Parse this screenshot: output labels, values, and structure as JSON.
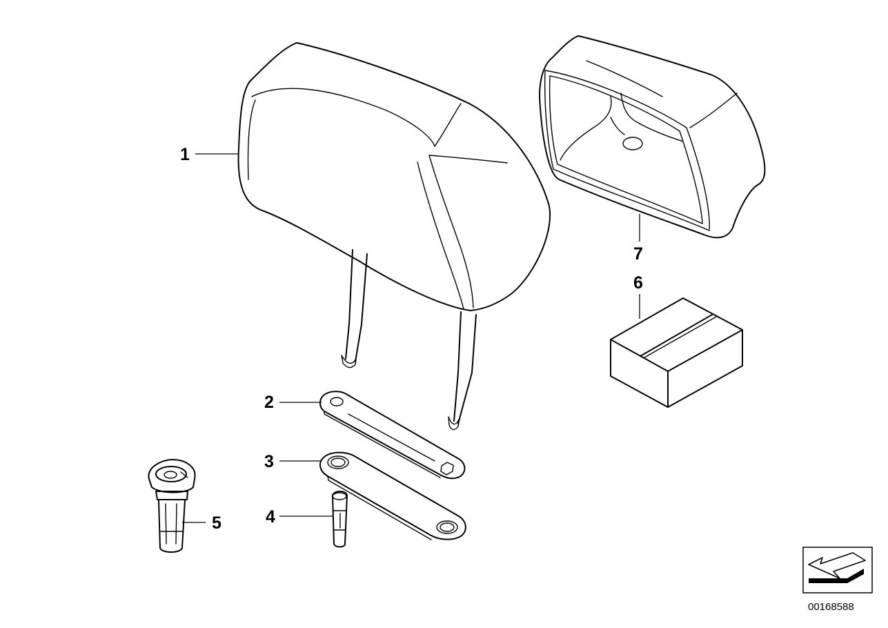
{
  "parts": [
    {
      "number": "1",
      "icon": "headrest-icon"
    },
    {
      "number": "2",
      "icon": "plate-icon"
    },
    {
      "number": "3",
      "icon": "bracket-icon"
    },
    {
      "number": "4",
      "icon": "pin-icon"
    },
    {
      "number": "5",
      "icon": "guide-sleeve-icon"
    },
    {
      "number": "6",
      "icon": "box-icon"
    },
    {
      "number": "7",
      "icon": "headrest-cover-icon"
    }
  ],
  "drawing_number": "00168588",
  "colors": {
    "line": "#000000",
    "background": "#ffffff"
  }
}
